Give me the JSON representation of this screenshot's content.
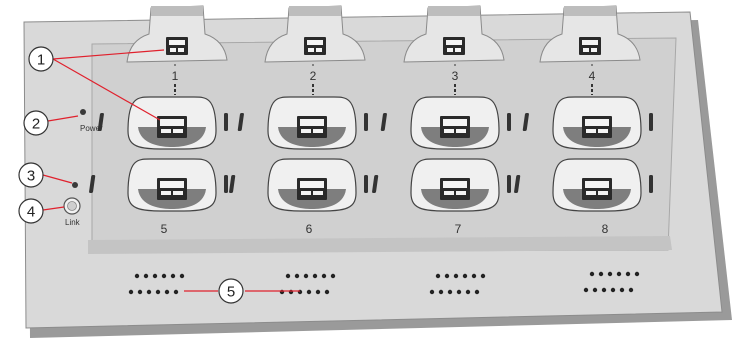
{
  "labels": {
    "power": "Power",
    "link": "Link"
  },
  "slot_numbers": [
    "1",
    "2",
    "3",
    "4",
    "5",
    "6",
    "7",
    "8"
  ],
  "callouts": [
    "1",
    "2",
    "3",
    "4",
    "5"
  ],
  "colors": {
    "body": "#d9d9d9",
    "body_edge": "#8c8c8c",
    "body_shadow": "#9a9a9a",
    "well": "#d0d0d0",
    "cradle": "#f0f0f0",
    "cradle_dark": "#7e7e7e",
    "port": "#2a2a2a",
    "leader": "#e0212d"
  }
}
